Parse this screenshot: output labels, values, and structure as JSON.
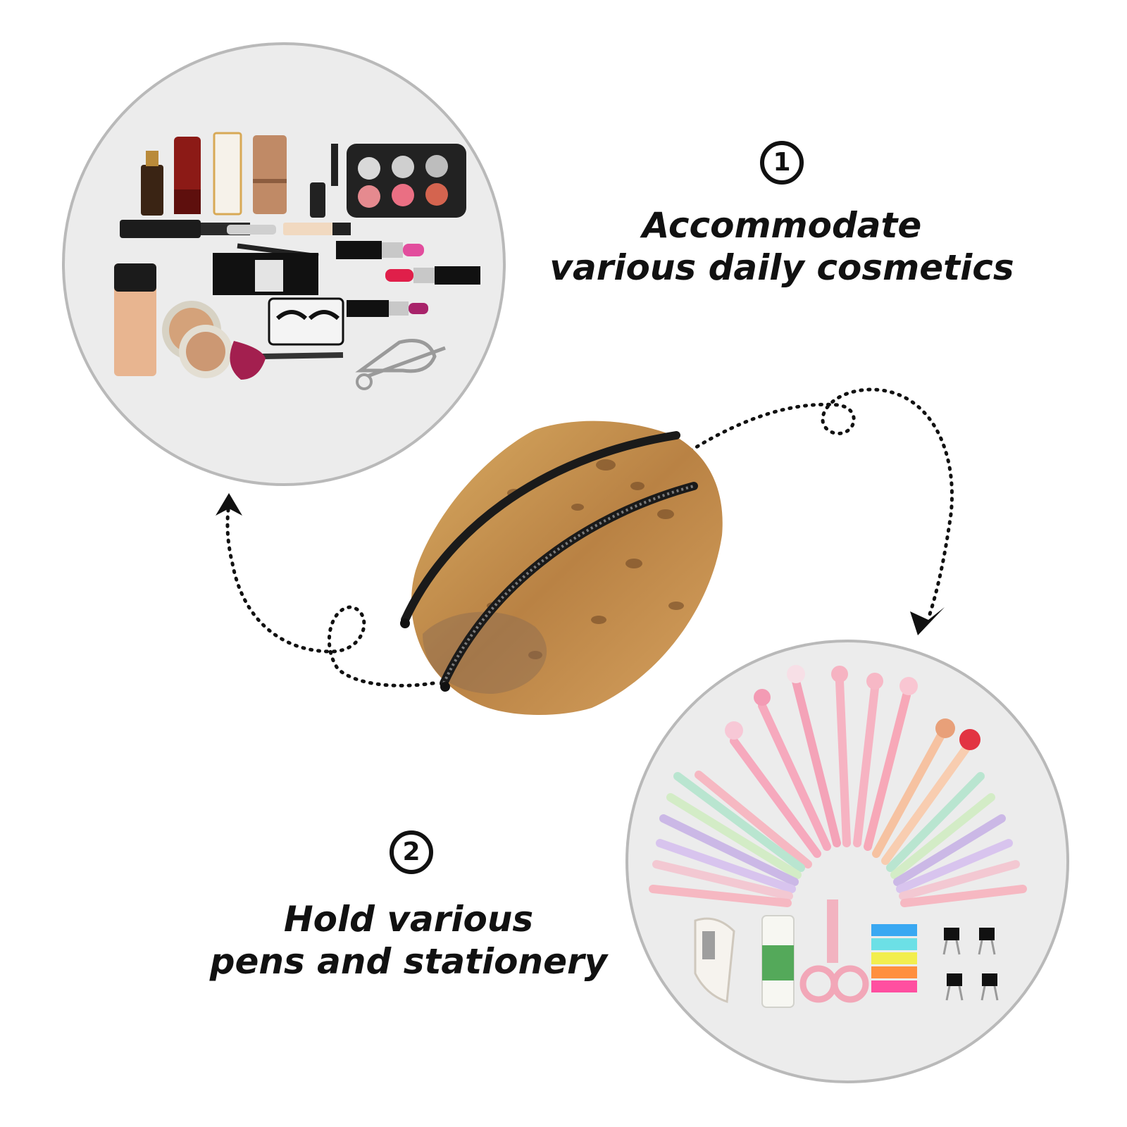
{
  "feature_1": {
    "number": "①",
    "line1": "Accommodate",
    "line2": "various daily cosmetics"
  },
  "feature_2": {
    "number": "②",
    "line1": "Hold various",
    "line2": "pens and stationery"
  },
  "colors": {
    "circle_fill": "#ececec",
    "circle_border": "#b9b9b9",
    "text": "#111111",
    "pouch_tan": "#c8964f",
    "zipper": "#1a1a1a"
  }
}
